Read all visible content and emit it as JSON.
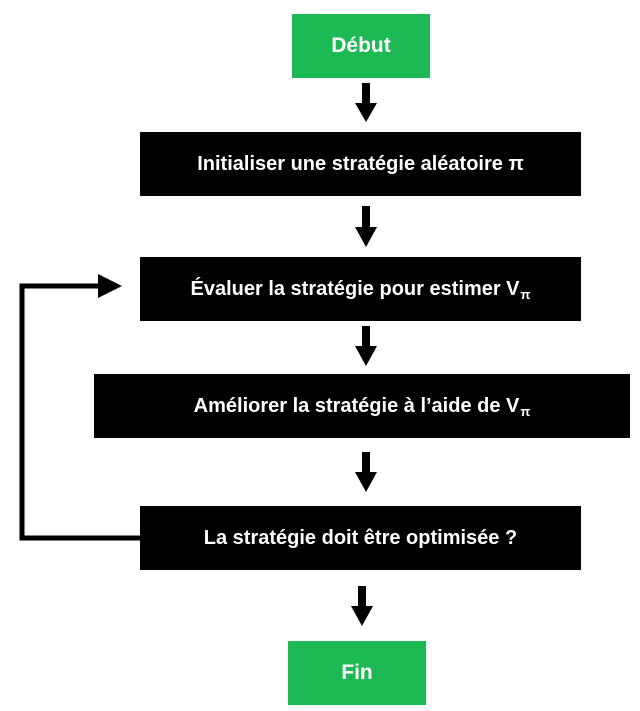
{
  "start": {
    "label": "Début"
  },
  "steps": [
    {
      "label": "Initialiser une stratégie aléatoire π",
      "sub": ""
    },
    {
      "label": "Évaluer la stratégie pour estimer V",
      "sub": "π"
    },
    {
      "label": "Améliorer la stratégie à l’aide de V",
      "sub": "π"
    },
    {
      "label": "La stratégie doit être optimisée ?",
      "sub": ""
    }
  ],
  "end": {
    "label": "Fin"
  },
  "colors": {
    "terminal": "#1db954",
    "process": "#000000",
    "text": "#ffffff",
    "arrow": "#000000"
  }
}
